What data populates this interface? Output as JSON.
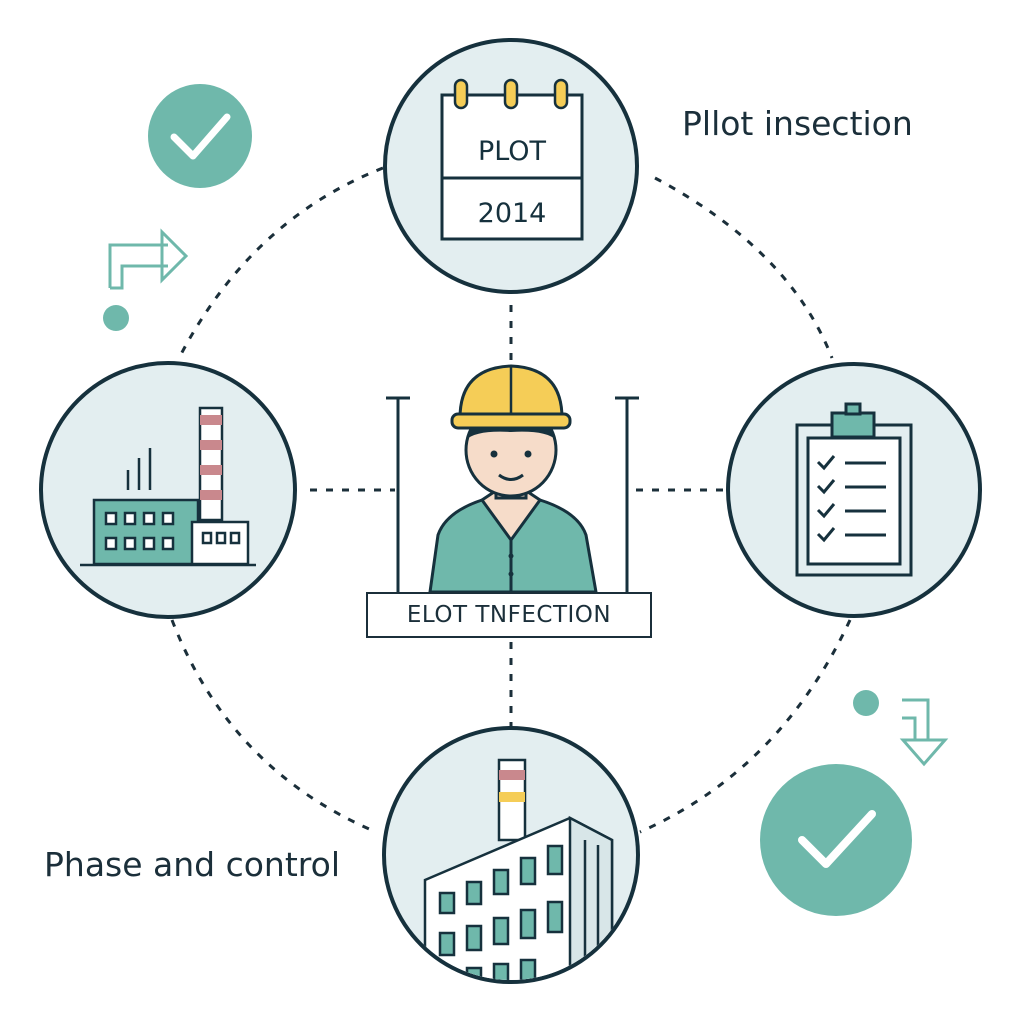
{
  "labels": {
    "top_right": "Pllot insection",
    "bottom_left": "Phase and control",
    "center_banner": "ELOT TNFECTION"
  },
  "calendar": {
    "line1": "PLOT",
    "line2": "2014"
  },
  "icons": {
    "top": "calendar-icon",
    "left": "factory-icon",
    "right": "clipboard-checklist-icon",
    "bottom": "industrial-building-icon",
    "center": "engineer-with-hardhat",
    "check_top_left": "check-circle-icon",
    "check_bottom_right": "check-circle-icon",
    "arrow_top_left": "turn-right-arrow-icon",
    "arrow_bottom_right": "down-arrow-icon"
  },
  "colors": {
    "teal": "#6fb8ab",
    "teal_light": "#e3eef0",
    "navy": "#16313d",
    "hardhat": "#f5cd57",
    "chimney_stripe": "#c9888d",
    "skin": "#f6dcc9"
  }
}
